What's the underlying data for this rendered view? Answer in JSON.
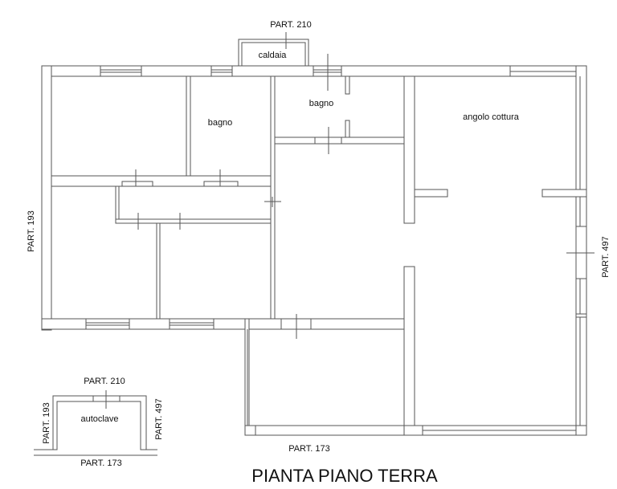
{
  "title": "PIANTA PIANO TERRA",
  "boundaries": {
    "top": "PART. 210",
    "left": "PART. 193",
    "right": "PART. 497",
    "bottom": "PART. 173"
  },
  "rooms": {
    "caldaia": "caldaia",
    "bagno_1": "bagno",
    "bagno_2": "bagno",
    "kitchen": "angolo cottura"
  },
  "inset": {
    "label": "autoclave",
    "top": "PART. 210",
    "left": "PART. 193",
    "right": "PART. 497",
    "bottom": "PART. 173"
  }
}
